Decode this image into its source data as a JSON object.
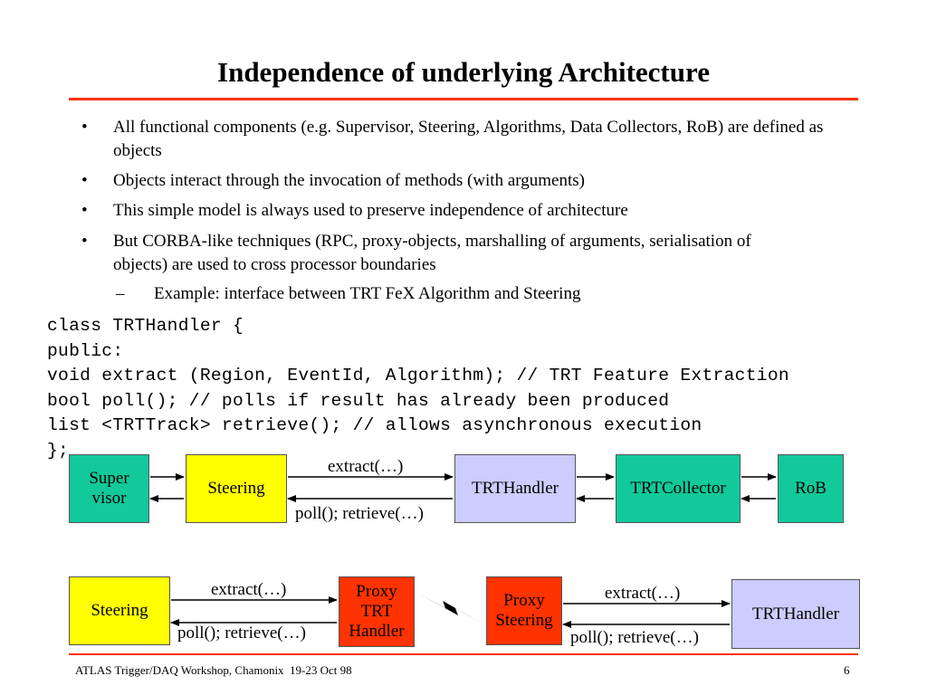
{
  "slide": {
    "title": "Independence of underlying Architecture",
    "bullets": [
      "All functional components (e.g. Supervisor, Steering, Algorithms, Data Collectors, RoB) are defined as objects",
      "Objects interact through the invocation of methods (with arguments)",
      "This simple model is always used to preserve independence of architecture",
      "But CORBA-like techniques (RPC, proxy-objects, marshalling of arguments, serialisation of objects) are used to cross processor boundaries"
    ],
    "sub_bullet": "Example: interface between TRT FeX Algorithm and Steering",
    "bullet_mark": "•",
    "sub_mark": "–",
    "code": [
      "class TRTHandler {",
      "public:",
      "void extract (Region, EventId, Algorithm); // TRT Feature Extraction",
      "bool poll(); // polls if result has already been produced",
      "list <TRTTrack> retrieve(); // allows asynchronous execution",
      "};"
    ]
  },
  "diagram1": {
    "supervisor": "Super visor",
    "steering": "Steering",
    "trthandler": "TRTHandler",
    "trtcollector": "TRTCollector",
    "rob": "RoB",
    "extract_label": "extract(…)",
    "poll_label": "poll(); retrieve(…)"
  },
  "diagram2": {
    "steering": "Steering",
    "proxy_trt_handler": "Proxy TRT Handler",
    "proxy_steering": "Proxy Steering",
    "trthandler": "TRTHandler",
    "extract_label_left": "extract(…)",
    "poll_label_left": "poll(); retrieve(…)",
    "extract_label_right": "extract(…)",
    "poll_label_right": "poll(); retrieve(…)"
  },
  "footer": {
    "left": "ATLAS Trigger/DAQ Workshop, Chamonix  19-23 Oct 98",
    "page": "6"
  },
  "colors": {
    "rule": "#ff3300",
    "green_box": "#11c99a",
    "yellow_box": "#ffff00",
    "lavender_box": "#ccccff",
    "red_box": "#ff3300"
  }
}
